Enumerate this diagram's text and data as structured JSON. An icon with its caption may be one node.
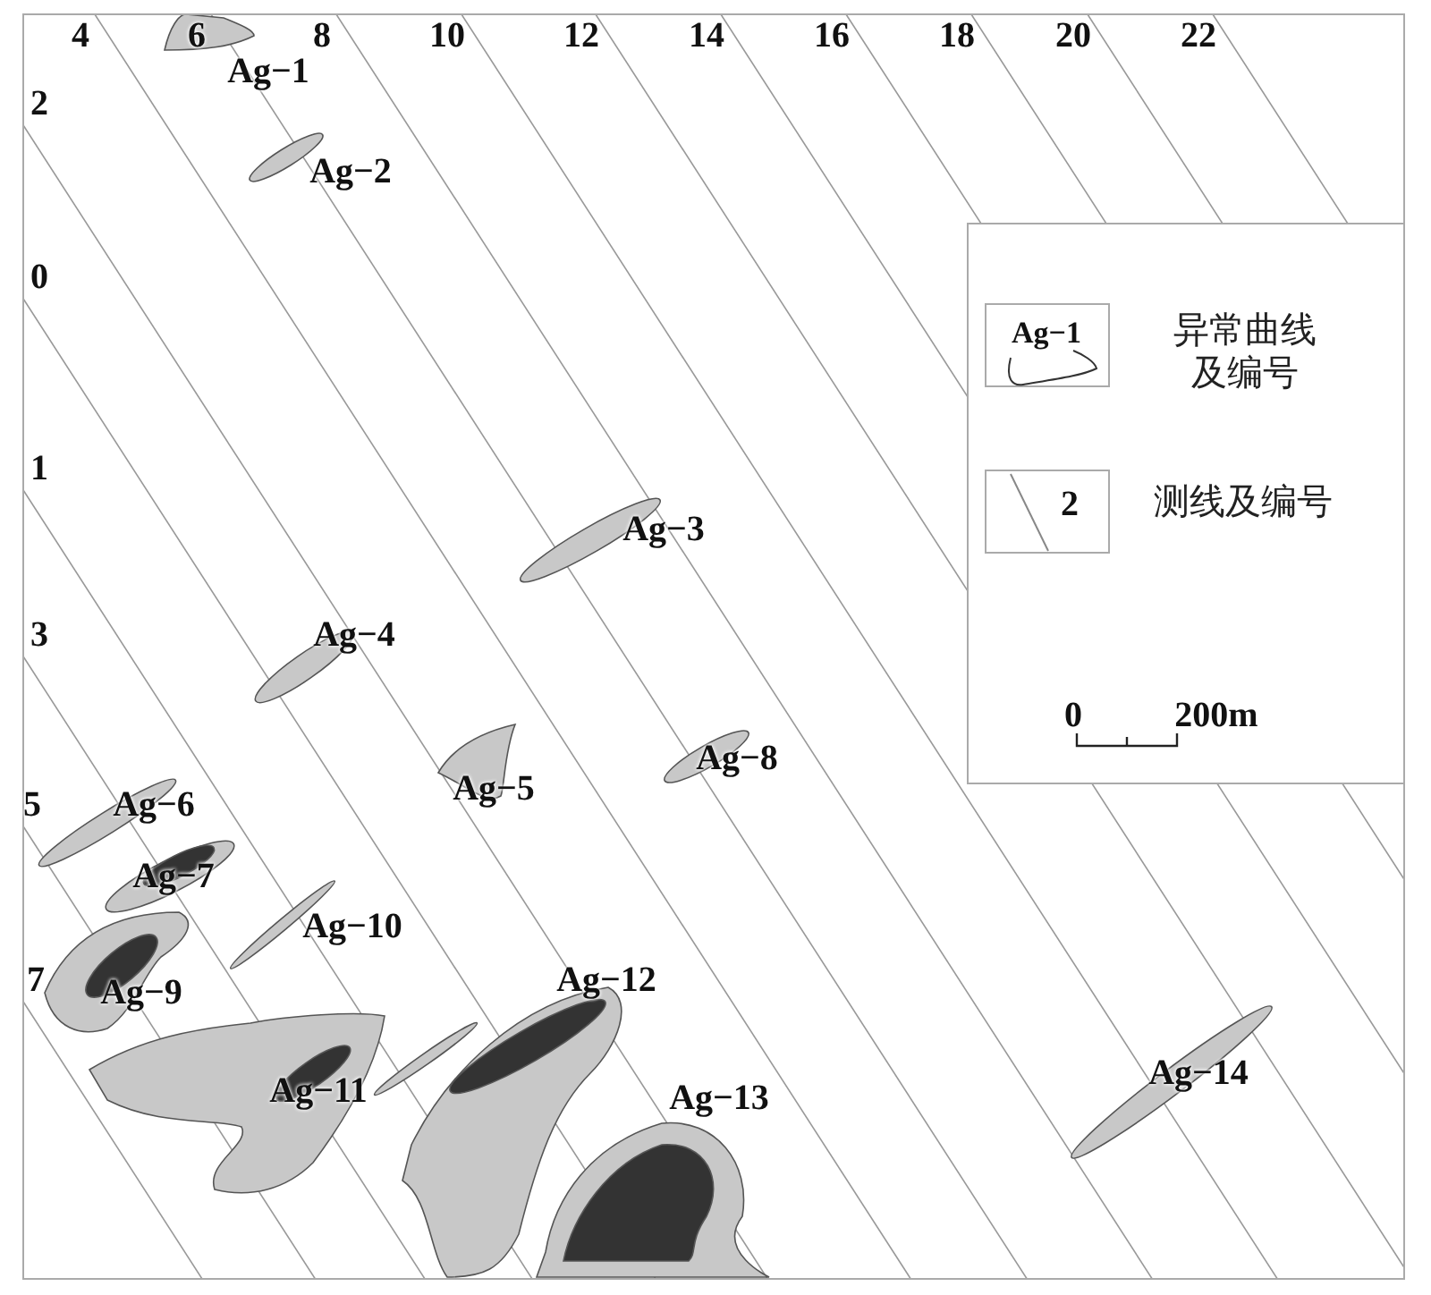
{
  "diagram": {
    "labels": [
      "4",
      "6",
      "8",
      "10",
      "12",
      "14",
      "16",
      "18",
      "20",
      "22",
      "2",
      "0",
      "1",
      "3",
      "5",
      "7",
      "Ag−1",
      "Ag−2",
      "Ag−3",
      "Ag−4",
      "Ag−5",
      "Ag−6",
      "Ag−7",
      "Ag−8",
      "Ag−9",
      "Ag−10",
      "Ag−11",
      "Ag−12",
      "Ag−13",
      "Ag−14",
      "Ag−1",
      "2",
      "0",
      "200m"
    ],
    "legend": [
      {
        "text": "异常曲线及编号"
      },
      {
        "text": "测线及编号"
      }
    ]
  }
}
